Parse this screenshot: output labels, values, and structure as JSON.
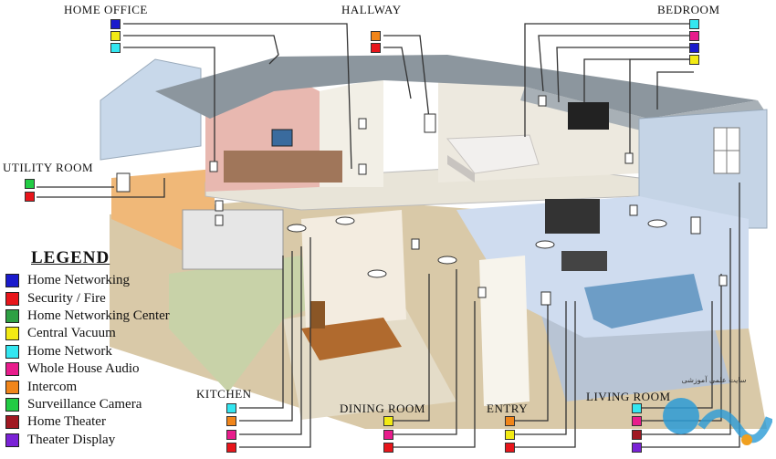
{
  "rooms": {
    "home_office": "HOME OFFICE",
    "hallway": "HALLWAY",
    "bedroom": "BEDROOM",
    "utility_room": "UTILITY ROOM",
    "kitchen": "KITCHEN",
    "dining_room": "DINING ROOM",
    "entry": "ENTRY",
    "living_room": "LIVING ROOM"
  },
  "legend": {
    "title": "LEGEND",
    "items": [
      {
        "label": "Home Networking",
        "color": "#1a1acc"
      },
      {
        "label": "Security / Fire",
        "color": "#e8151b"
      },
      {
        "label": "Home Networking Center",
        "color": "#2ea043"
      },
      {
        "label": "Central Vacuum",
        "color": "#f2ea14"
      },
      {
        "label": "Home Network",
        "color": "#33e6f0"
      },
      {
        "label": "Whole House Audio",
        "color": "#e81c8c"
      },
      {
        "label": "Intercom",
        "color": "#f0851a"
      },
      {
        "label": "Surveillance Camera",
        "color": "#22cc44"
      },
      {
        "label": "Home Theater",
        "color": "#a01822"
      },
      {
        "label": "Theater Display",
        "color": "#7a22d6"
      }
    ]
  },
  "watermark": {
    "text": "سایت علمی آموزشی"
  }
}
